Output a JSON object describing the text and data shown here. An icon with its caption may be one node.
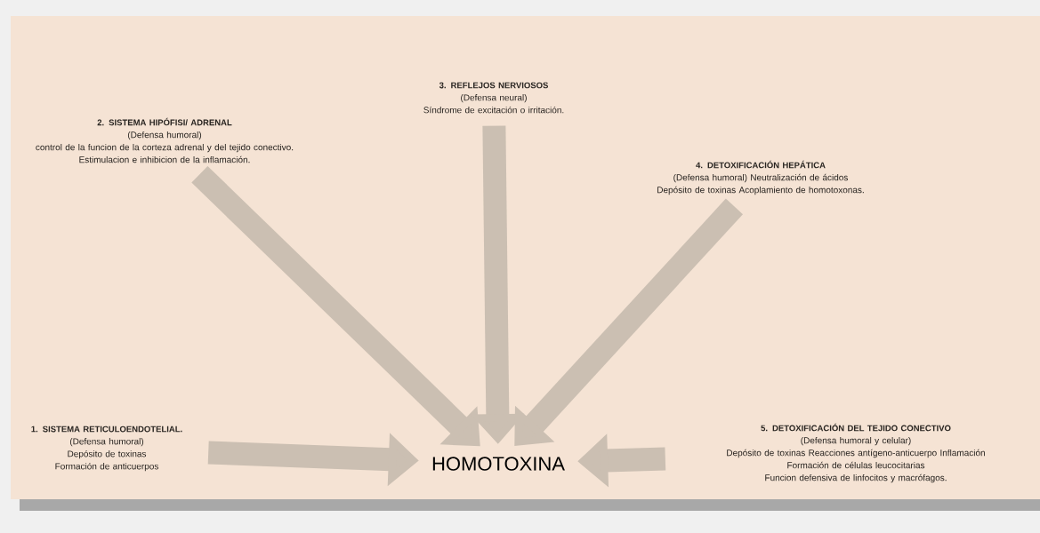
{
  "diagram": {
    "nodes": [
      {
        "text": [
          "1. SISTEMA RETICULOENDOTELIAL.",
          "(Defensa humoral)",
          "Depósito de toxinas",
          "Formación de anticuerpos"
        ]
      },
      {
        "text": [
          "2. SISTEMA HIPÓFISI/ ADRENAL",
          "(Defensa humoral)",
          "control de la funcion de la corteza adrenal y del tejido conectivo.",
          "Estimulacion e inhibicion de la inflamación."
        ]
      },
      {
        "text": [
          "3. REFLEJOS NERVIOSOS",
          "(Defensa neural)",
          "Síndrome de excitación o irritación."
        ]
      },
      {
        "text": [
          "4. DETOXIFICACIÓN HEPÁTICA",
          "(Defensa humoral) Neutralización de ácidos Depósito de toxinas Acoplamiento de homotoxonas."
        ]
      },
      {
        "text": [
          "5. DETOXIFICACIÓN DEL TEJIDO CONECTIVO",
          "(Defensa humoral y celular)",
          "Depósito de toxinas Reacciones antígeno-anticuerpo Inflamación",
          "Formación de células leucocitarias",
          "Funcion defensiva de linfocitos y macrófagos."
        ]
      },
      {
        "text": [
          "HOMOTOXINA"
        ]
      }
    ],
    "edges": [
      {
        "from": 0,
        "to": 5,
        "arrow": "to"
      },
      {
        "from": 1,
        "to": 5,
        "arrow": "to"
      },
      {
        "from": 2,
        "to": 5,
        "arrow": "to"
      },
      {
        "from": 3,
        "to": 5,
        "arrow": "to"
      },
      {
        "from": 4,
        "to": 5,
        "arrow": "to"
      }
    ]
  }
}
